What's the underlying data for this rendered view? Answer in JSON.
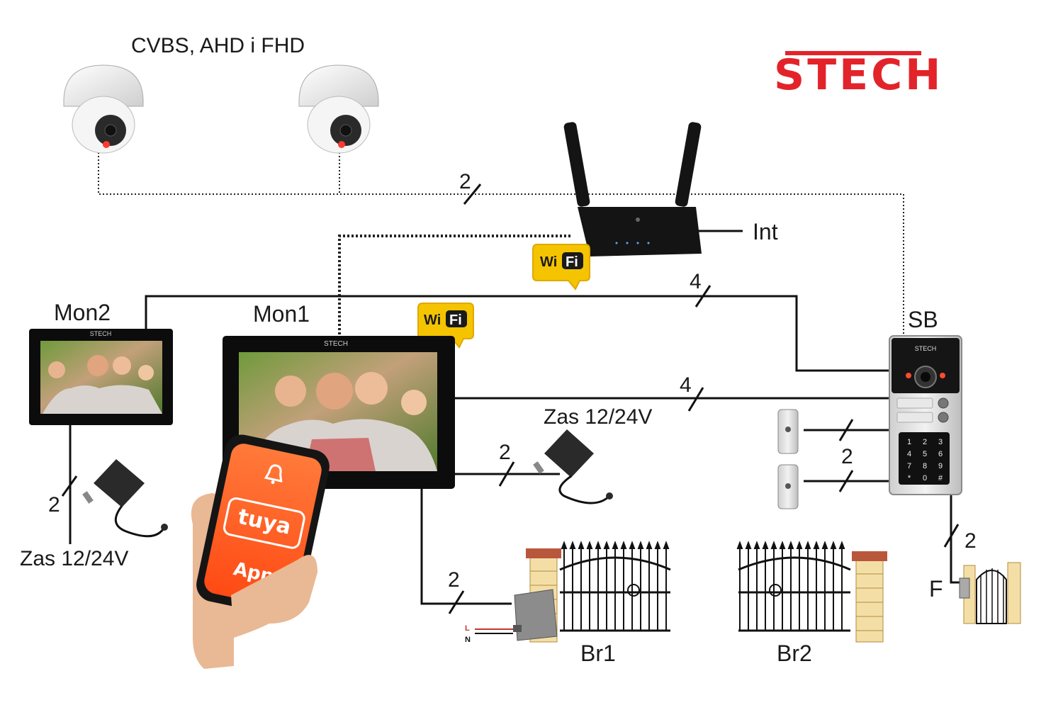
{
  "header_label": "CVBS, AHD i FHD",
  "brand": {
    "logo_text": "STECH",
    "color": "#e3232a"
  },
  "router": {
    "internet_label": "Int"
  },
  "wifi_badge": {
    "text_left": "Wi",
    "text_right": "Fi",
    "color": "#f5c400"
  },
  "monitors": {
    "mon1": "Mon1",
    "mon2": "Mon2",
    "screen_brand": "STECH"
  },
  "doorstation": {
    "label": "SB",
    "keypad": [
      "1",
      "2",
      "3",
      "4",
      "5",
      "6",
      "7",
      "8",
      "9",
      "*",
      "0",
      "#"
    ]
  },
  "power": {
    "label_mon1": "Zas 12/24V",
    "label_mon2": "Zas 12/24V"
  },
  "wire_counts": {
    "cameras": "2",
    "mon2_to_sb": "4",
    "mon1_to_sb": "4",
    "mon1_power": "2",
    "mon2_power": "2",
    "buttons": "2",
    "gate1": "2",
    "lock": "2"
  },
  "gates": {
    "br1": "Br1",
    "br2": "Br2",
    "lock": "F"
  },
  "motor_terms": {
    "l": "L",
    "n": "N"
  },
  "phone": {
    "app_name": "tuya",
    "app_label": "App",
    "accent": "#ff5a1f"
  }
}
